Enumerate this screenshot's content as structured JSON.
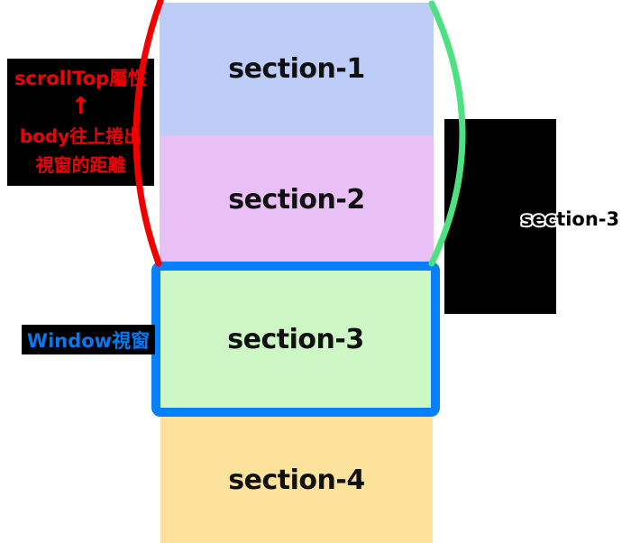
{
  "sections": [
    {
      "label": "section-1",
      "color": "#bdcdf8"
    },
    {
      "label": "section-2",
      "color": "#e9c0f6"
    },
    {
      "label": "section-3",
      "color": "#cdf8c5"
    },
    {
      "label": "section-4",
      "color": "#fde29b"
    }
  ],
  "scrolltop_label": {
    "line1": "scrollTop屬性",
    "arrow": "↑",
    "line2": "body往上捲出",
    "line3": "視窗的距離",
    "text_color": "#f00000"
  },
  "window_label": {
    "text": "Window視窗",
    "text_color": "#0878f0"
  },
  "section3_callout": {
    "text": "section-3",
    "fill": "#000000",
    "outline": "#ffffff"
  },
  "colors": {
    "window_border": "#0680f8",
    "left_brace": "#f00000",
    "right_brace": "#4de182",
    "label_background": "#000000"
  }
}
